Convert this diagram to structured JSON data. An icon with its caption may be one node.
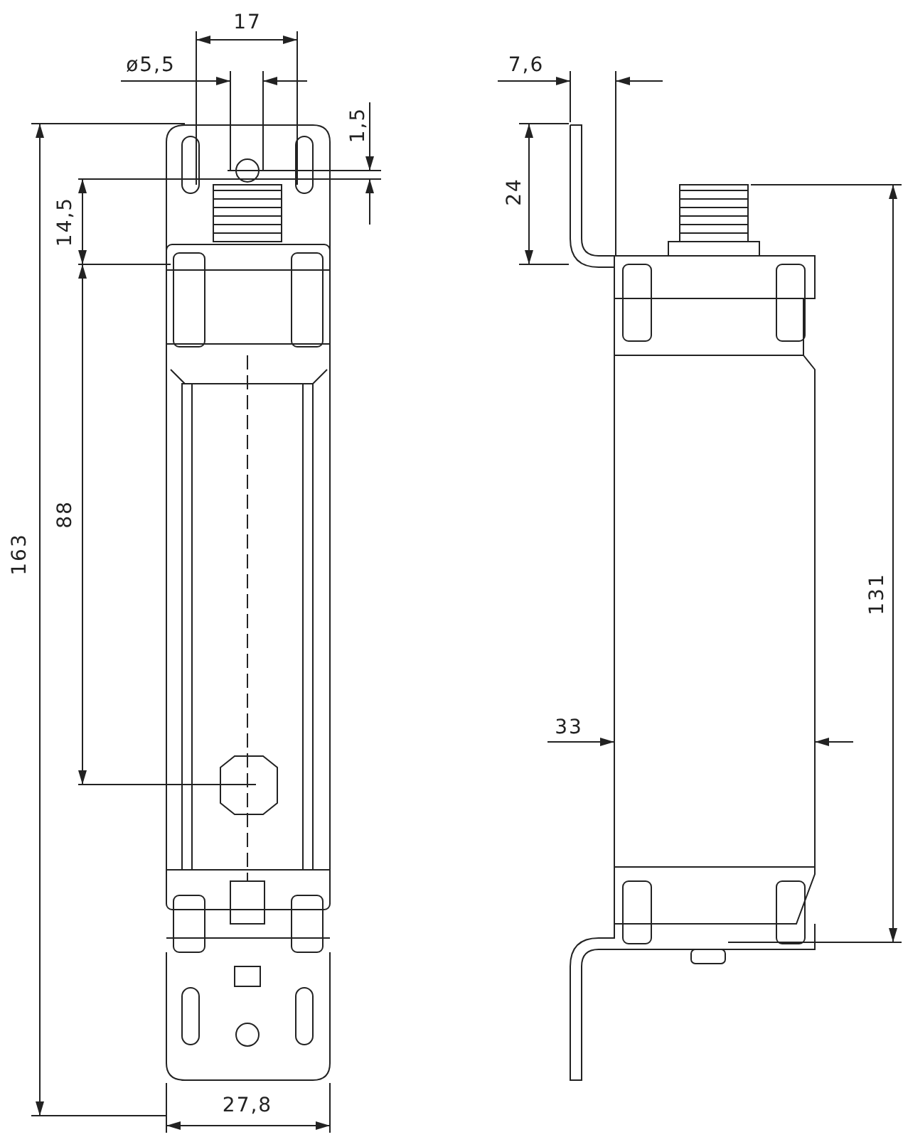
{
  "diagram": {
    "labels": [
      "17",
      "ø5,5",
      "7,6",
      "1,5",
      "24",
      "14,5",
      "163",
      "88",
      "131",
      "33",
      "27,8"
    ]
  }
}
